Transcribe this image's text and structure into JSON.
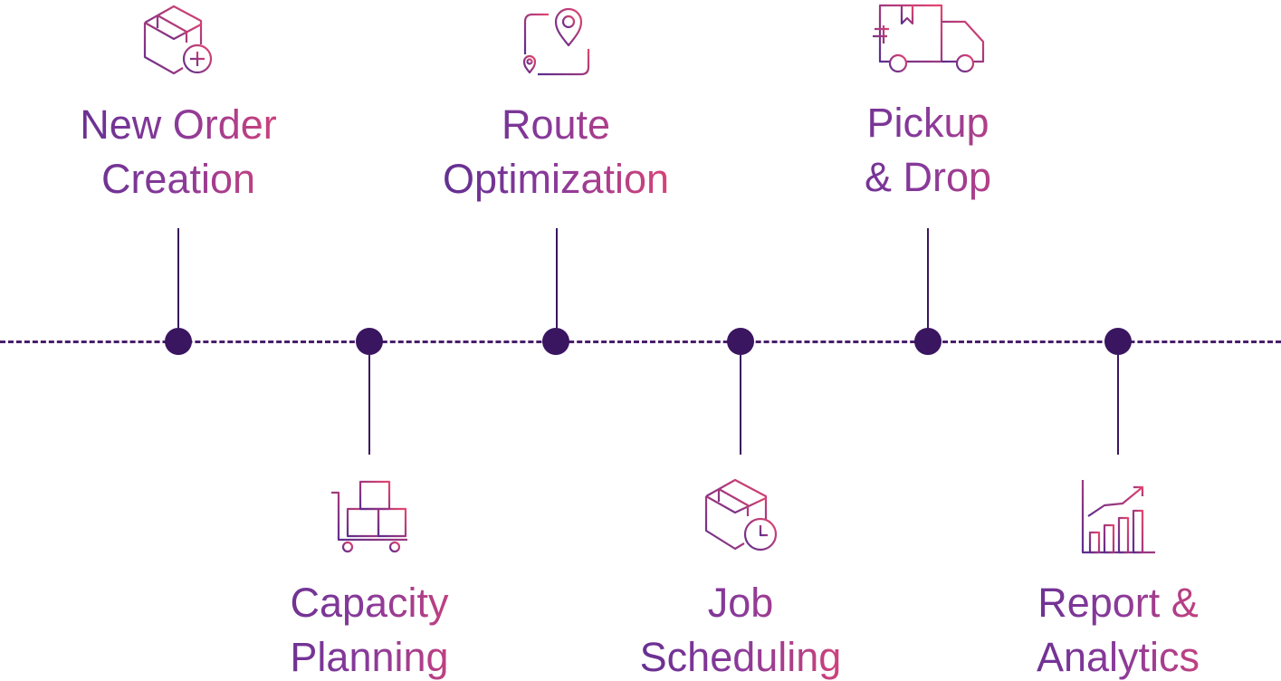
{
  "colors": {
    "line": "#4a1f6b",
    "dot": "#3a1560",
    "gradient_start": "#5b2d8e",
    "gradient_end": "#e6456f"
  },
  "steps": [
    {
      "line1": "New Order",
      "line2": "Creation",
      "icon": "package-add-icon"
    },
    {
      "line1": "Capacity",
      "line2": "Planning",
      "icon": "trolley-boxes-icon"
    },
    {
      "line1": "Route",
      "line2": "Optimization",
      "icon": "route-pin-icon"
    },
    {
      "line1": "Job",
      "line2": "Scheduling",
      "icon": "package-clock-icon"
    },
    {
      "line1": "Pickup",
      "line2": "& Drop",
      "icon": "delivery-truck-icon"
    },
    {
      "line1": "Report &",
      "line2": "Analytics",
      "icon": "analytics-chart-icon"
    }
  ]
}
